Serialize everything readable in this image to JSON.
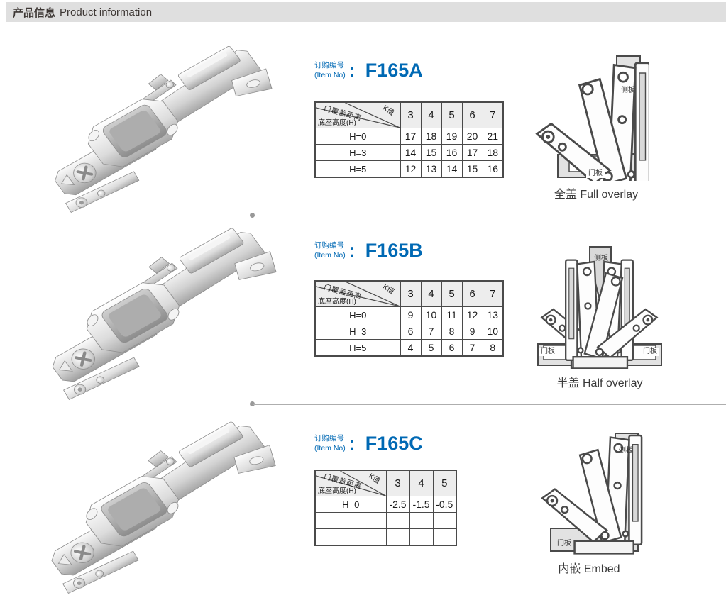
{
  "header": {
    "title_zh": "产品信息",
    "title_en": "Product information"
  },
  "colors": {
    "accent_blue": "#0069b4",
    "header_bar_bg": "#dfdfdf",
    "table_border": "#4a4a4a",
    "table_header_bg": "#ededed",
    "panel_gray": "#e2e2e2"
  },
  "sections": [
    {
      "item_label_zh": "订购编号",
      "item_label_en": "(Item No)",
      "colon": "：",
      "item_no": "F165A",
      "table": {
        "corner_top": "K值",
        "corner_mid": "门覆盖距离",
        "corner_bottom": "底座高度(H)",
        "columns": [
          "3",
          "4",
          "5",
          "6",
          "7"
        ],
        "rows": [
          {
            "label": "H=0",
            "values": [
              "17",
              "18",
              "19",
              "20",
              "21"
            ]
          },
          {
            "label": "H=3",
            "values": [
              "14",
              "15",
              "16",
              "17",
              "18"
            ]
          },
          {
            "label": "H=5",
            "values": [
              "12",
              "13",
              "14",
              "15",
              "16"
            ]
          }
        ]
      },
      "diagram": {
        "side_panel": "侧板",
        "door_panel": "门板",
        "caption_zh": "全盖",
        "caption_en": "Full overlay"
      }
    },
    {
      "item_label_zh": "订购编号",
      "item_label_en": "(Item No)",
      "colon": "：",
      "item_no": "F165B",
      "table": {
        "corner_top": "K值",
        "corner_mid": "门覆盖距离",
        "corner_bottom": "底座高度(H)",
        "columns": [
          "3",
          "4",
          "5",
          "6",
          "7"
        ],
        "rows": [
          {
            "label": "H=0",
            "values": [
              "9",
              "10",
              "11",
              "12",
              "13"
            ]
          },
          {
            "label": "H=3",
            "values": [
              "6",
              "7",
              "8",
              "9",
              "10"
            ]
          },
          {
            "label": "H=5",
            "values": [
              "4",
              "5",
              "6",
              "7",
              "8"
            ]
          }
        ]
      },
      "diagram": {
        "side_panel": "侧板",
        "door_panel_left": "门板",
        "door_panel_right": "门板",
        "caption_zh": "半盖",
        "caption_en": "Half overlay"
      }
    },
    {
      "item_label_zh": "订购编号",
      "item_label_en": "(Item No)",
      "colon": "：",
      "item_no": "F165C",
      "table": {
        "corner_top": "K值",
        "corner_mid": "门覆盖距离",
        "corner_bottom": "底座高度(H)",
        "columns": [
          "3",
          "4",
          "5"
        ],
        "rows": [
          {
            "label": "H=0",
            "values": [
              "-2.5",
              "-1.5",
              "-0.5"
            ]
          },
          {
            "label": "",
            "values": [
              "",
              "",
              ""
            ]
          },
          {
            "label": "",
            "values": [
              "",
              "",
              ""
            ]
          }
        ]
      },
      "diagram": {
        "side_panel": "侧板",
        "door_panel": "门板",
        "caption_zh": "内嵌",
        "caption_en": "Embed"
      }
    }
  ]
}
